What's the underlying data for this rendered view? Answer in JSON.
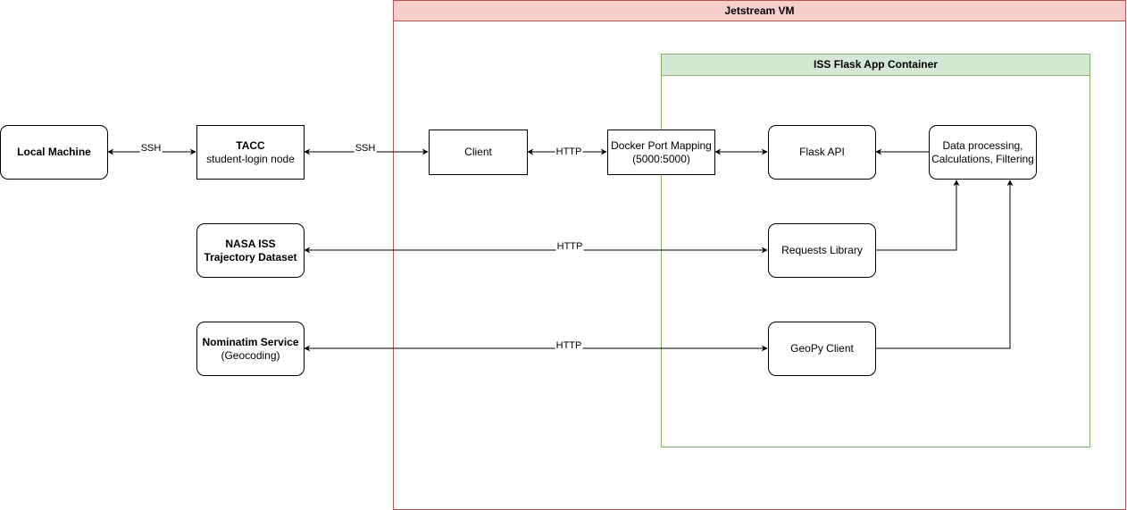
{
  "jetstream_vm": {
    "title": "Jetstream VM"
  },
  "app_container": {
    "title": "ISS Flask App Container"
  },
  "nodes": {
    "local_machine": {
      "line1": "Local Machine"
    },
    "tacc": {
      "line1": "TACC",
      "line2": "student-login node"
    },
    "nasa": {
      "line1": "NASA ISS",
      "line2": "Trajectory Dataset"
    },
    "nominatim": {
      "line1": "Nominatim Service",
      "line2": "(Geocoding)"
    },
    "client": {
      "line1": "Client"
    },
    "docker": {
      "line1": "Docker Port Mapping",
      "line2": "(5000:5000)"
    },
    "flask_api": {
      "line1": "Flask API"
    },
    "data_processing": {
      "line1": "Data processing,",
      "line2": "Calculations, Filtering"
    },
    "requests_lib": {
      "line1": "Requests Library"
    },
    "geopy": {
      "line1": "GeoPy Client"
    }
  },
  "edges": {
    "local_tacc": "SSH",
    "tacc_client": "SSH",
    "client_docker": "HTTP",
    "nasa_requests": "HTTP",
    "nominatim_geopy": "HTTP"
  },
  "colors": {
    "vm_fill": "#f8cecc",
    "vm_stroke": "#b85450",
    "app_fill": "#d5e8d4",
    "app_stroke": "#82b366"
  }
}
